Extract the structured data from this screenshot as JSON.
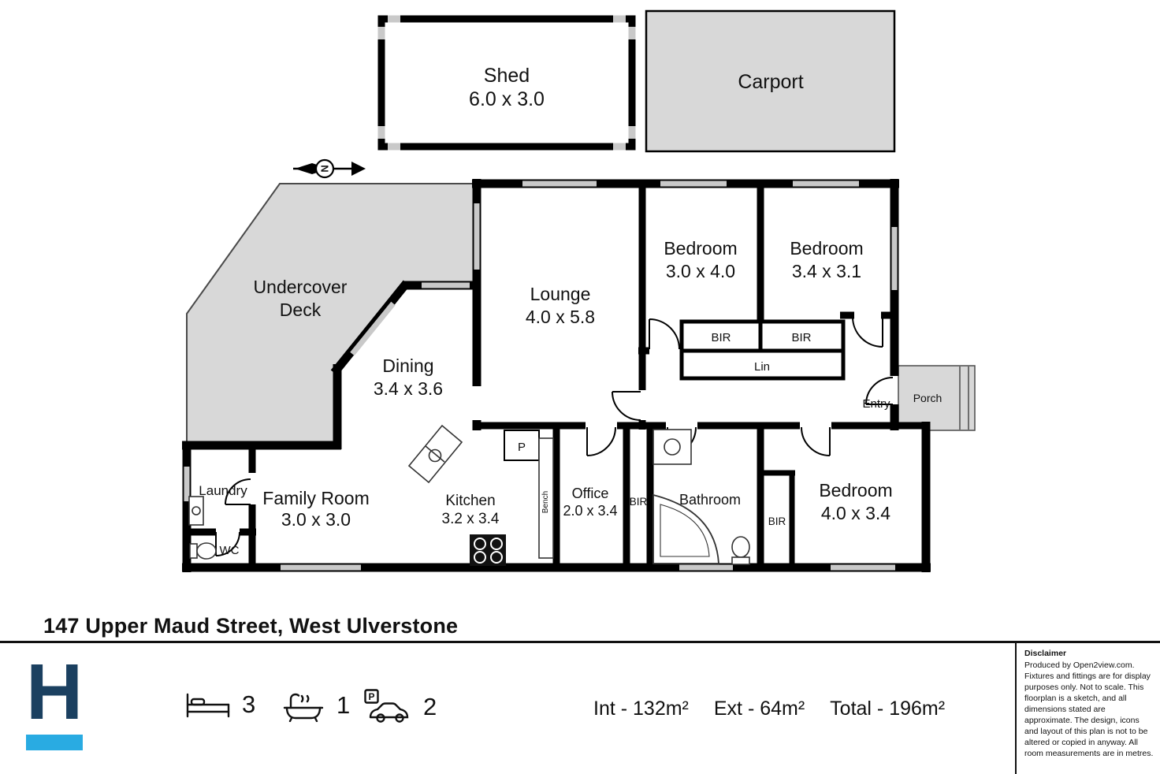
{
  "colors": {
    "logo_navy": "#1b4060",
    "accent_cyan": "#29abe2",
    "wall_black": "#000000",
    "area_gray": "#d8d8d8",
    "window_gray": "#c9c9c9"
  },
  "meta": {
    "address": "147 Upper Maud Street, West Ulverstone"
  },
  "outbuildings": {
    "shed_name": "Shed",
    "shed_dims": "6.0 x 3.0",
    "carport_name": "Carport"
  },
  "compass": {
    "north": "N"
  },
  "rooms": {
    "deck1": "Undercover",
    "deck2": "Deck",
    "lounge_name": "Lounge",
    "lounge_dims": "4.0 x 5.8",
    "dining_name": "Dining",
    "dining_dims": "3.4 x 3.6",
    "bed1_name": "Bedroom",
    "bed1_dims": "3.0 x 4.0",
    "bed2_name": "Bedroom",
    "bed2_dims": "3.4 x 3.1",
    "bed3_name": "Bedroom",
    "bed3_dims": "4.0 x 3.4",
    "kitchen_name": "Kitchen",
    "kitchen_dims": "3.2 x 3.4",
    "office_name": "Office",
    "office_dims": "2.0 x 3.4",
    "family_name": "Family Room",
    "family_dims": "3.0 x 3.0",
    "bathroom": "Bathroom",
    "laundry": "Laundry",
    "wc": "WC",
    "bir_a": "BIR",
    "bir_b": "BIR",
    "bir_c": "BIR",
    "bir_d": "BIR",
    "lin": "Lin",
    "entry": "Entry",
    "porch": "Porch",
    "pantry": "P",
    "bench": "Bench"
  },
  "footer": {
    "logo_letter": "H",
    "beds": "3",
    "baths": "1",
    "cars": "2",
    "parking_badge": "P",
    "area_int": "Int - 132m²",
    "area_ext": "Ext - 64m²",
    "area_total": "Total - 196m²"
  },
  "disclaimer": {
    "title": "Disclaimer",
    "body": "Produced by Open2view.com. Fixtures and fittings are for display purposes only. Not to scale. This floorplan is a sketch, and all dimensions stated are approximate. The design, icons and layout of this plan is not to be altered or copied in anyway. All room measurements are in metres."
  }
}
